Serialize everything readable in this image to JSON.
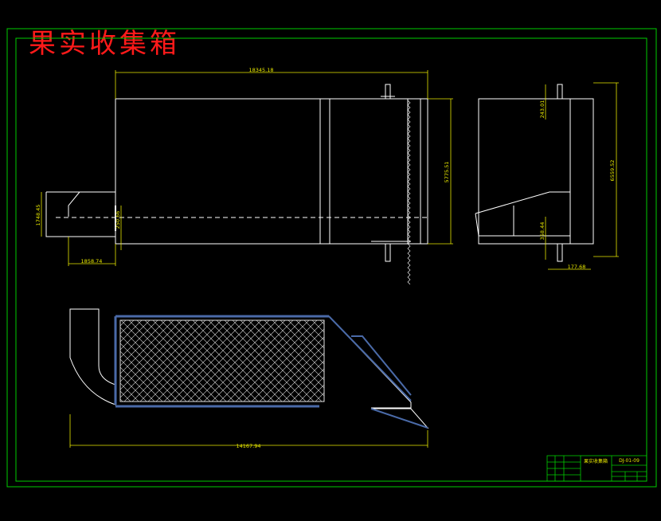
{
  "drawing_title": "果实收集箱",
  "dimensions": {
    "top_width": "18345.18",
    "height_main": "5775.51",
    "inlet_height": "1748.45",
    "inlet_offset": "250.66",
    "inlet_width": "1858.74",
    "side_top": "243.01",
    "side_height": "6559.52",
    "side_bottom": "358.44",
    "side_small": "177.68",
    "bottom_length": "14167.94"
  },
  "title_block": {
    "name": "果实收集箱",
    "drawing_no": "DJ-01-09"
  },
  "colors": {
    "background": "#000000",
    "frame": "#00cc00",
    "line": "#ffffff",
    "dimension": "#e8e800",
    "title": "#ff1a1a",
    "mesh": "#4a6aa8"
  }
}
